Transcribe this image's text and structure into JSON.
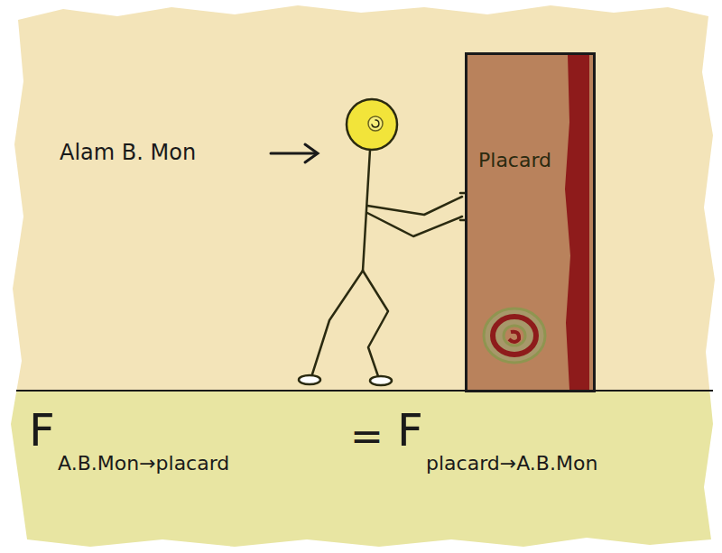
{
  "diagram": {
    "nodes": [
      {
        "text": [
          "Placard"
        ]
      }
    ],
    "labels": [
      "Alam B. Mon",
      "F",
      "A.B.Mon→placard",
      "=",
      "F",
      "placard→A.B.Mon"
    ]
  }
}
